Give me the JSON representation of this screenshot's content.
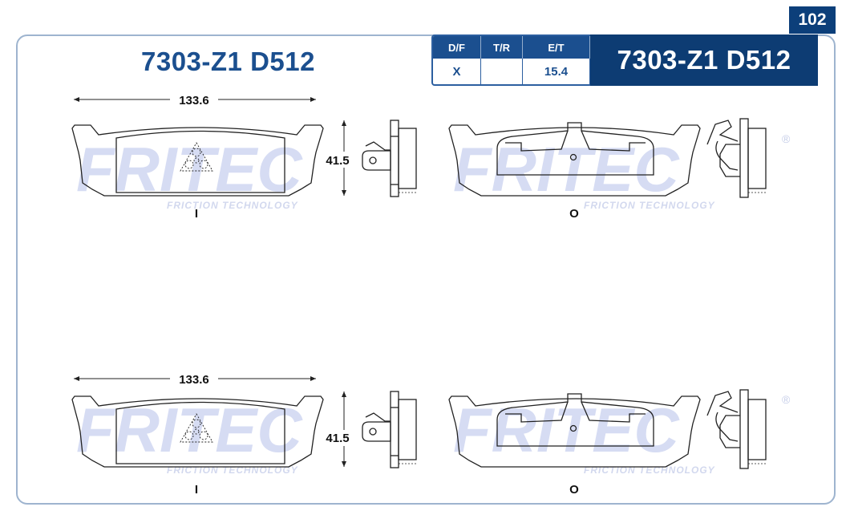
{
  "page_number": "102",
  "part_code": "7303-Z1 D512",
  "spec_table": {
    "headers": [
      "D/F",
      "T/R",
      "E/T"
    ],
    "values": [
      "X",
      "",
      "15.4"
    ]
  },
  "watermark": {
    "brand": "FRITEC",
    "tagline": "FRICTION TECHNOLOGY",
    "registered": "®"
  },
  "dimensions": {
    "width": "133.6",
    "height": "41.5"
  },
  "labels": {
    "inner": "I",
    "outer": "O"
  }
}
